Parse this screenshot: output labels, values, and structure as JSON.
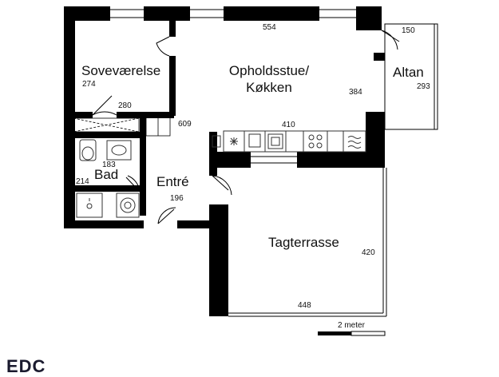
{
  "rooms": {
    "soveraerelse": {
      "name": "Soveværelse",
      "dim": "274"
    },
    "opholdsstue": {
      "name_line1": "Opholdsstue/",
      "name_line2": "Køkken",
      "dim": "384"
    },
    "altan": {
      "name": "Altan",
      "dim": "293"
    },
    "bad": {
      "name": "Bad",
      "dim": "214"
    },
    "entre": {
      "name": "Entré",
      "dim": "196"
    },
    "tagterrasse": {
      "name": "Tagterrasse",
      "dim": "420"
    }
  },
  "dimensions": {
    "top_width": "554",
    "altan_width": "150",
    "bedroom_width": "280",
    "hall_length": "609",
    "kitchen_width": "410",
    "bath_width": "183",
    "terrace_width": "448"
  },
  "scale": {
    "label": "2 meter"
  },
  "logo": {
    "text": "EDC"
  },
  "colors": {
    "wall": "#000000",
    "background": "#ffffff",
    "fixture_line": "#333333"
  }
}
